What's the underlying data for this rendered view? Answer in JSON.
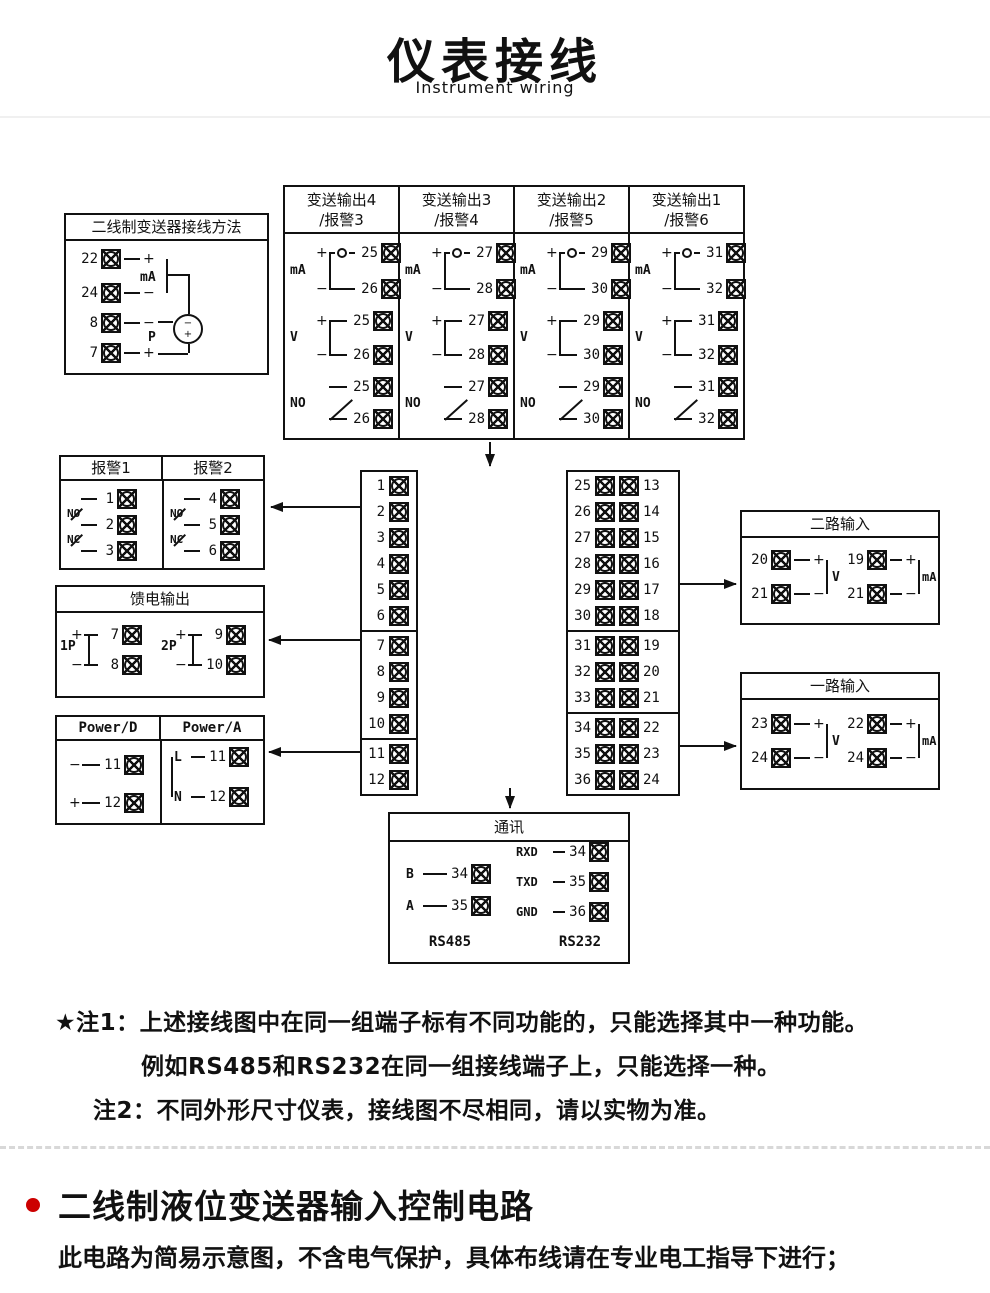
{
  "header": {
    "title": "仪表接线",
    "subtitle": "Instrument wiring"
  },
  "transmitter": {
    "title": "二线制变送器接线方法",
    "rows": [
      {
        "num": "22",
        "pol": "+"
      },
      {
        "num": "24",
        "pol": "−"
      },
      {
        "num": "8",
        "pol": "−"
      },
      {
        "num": "7",
        "pol": "+"
      }
    ],
    "ma_label": "mA",
    "p_label": "P",
    "device": {
      "top": "−",
      "bottom": "+"
    }
  },
  "outputs": {
    "labels": {
      "ma": "mA",
      "v": "V",
      "no": "NO",
      "plus": "+",
      "minus": "−"
    },
    "columns": [
      {
        "title": "变送输出4",
        "subtitle": "/报警3",
        "t1": "25",
        "t2": "26"
      },
      {
        "title": "变送输出3",
        "subtitle": "/报警4",
        "t1": "27",
        "t2": "28"
      },
      {
        "title": "变送输出2",
        "subtitle": "/报警5",
        "t1": "29",
        "t2": "30"
      },
      {
        "title": "变送输出1",
        "subtitle": "/报警6",
        "t1": "31",
        "t2": "32"
      }
    ]
  },
  "alarms": {
    "headers": [
      "报警1",
      "报警2"
    ],
    "groups": [
      {
        "t1": "1",
        "t2": "2",
        "t3": "3",
        "l1": "NO",
        "l2": "NC"
      },
      {
        "t1": "4",
        "t2": "5",
        "t3": "6",
        "l1": "NO",
        "l2": "NC"
      }
    ]
  },
  "feed": {
    "title": "馈电输出",
    "groups": [
      {
        "label": "1P",
        "plus": "+",
        "minus": "−",
        "t1": "7",
        "t2": "8"
      },
      {
        "label": "2P",
        "plus": "+",
        "minus": "−",
        "t1": "9",
        "t2": "10"
      }
    ]
  },
  "power": {
    "headers": [
      "Power/D",
      "Power/A"
    ],
    "d": {
      "r1": {
        "pol": "−",
        "num": "11"
      },
      "r2": {
        "pol": "+",
        "num": "12"
      }
    },
    "a": {
      "r1": {
        "pol": "L",
        "num": "11"
      },
      "r2": {
        "pol": "N",
        "num": "12"
      }
    }
  },
  "strip": {
    "left": {
      "nums": [
        "1",
        "2",
        "3",
        "4",
        "5",
        "6",
        "7",
        "8",
        "9",
        "10",
        "11",
        "12"
      ],
      "groups": [
        6,
        4,
        2
      ]
    },
    "right": {
      "inner": [
        "25",
        "26",
        "27",
        "28",
        "29",
        "30",
        "31",
        "32",
        "33",
        "34",
        "35",
        "36"
      ],
      "outer": [
        "13",
        "14",
        "15",
        "16",
        "17",
        "18",
        "19",
        "20",
        "21",
        "22",
        "23",
        "24"
      ],
      "groups": [
        6,
        3,
        3
      ]
    }
  },
  "input2": {
    "title": "二路输入",
    "groups": [
      {
        "num1": "20",
        "num2": "21",
        "plus": "+",
        "minus": "−",
        "unit": "V"
      },
      {
        "num1": "19",
        "num2": "21",
        "plus": "+",
        "minus": "−",
        "unit": "mA"
      }
    ]
  },
  "input1": {
    "title": "一路输入",
    "groups": [
      {
        "num1": "23",
        "num2": "24",
        "plus": "+",
        "minus": "−",
        "unit": "V"
      },
      {
        "num1": "22",
        "num2": "24",
        "plus": "+",
        "minus": "−",
        "unit": "mA"
      }
    ]
  },
  "comm": {
    "title": "通讯",
    "rs485": {
      "rows": [
        {
          "label": "B",
          "num": "34"
        },
        {
          "label": "A",
          "num": "35"
        }
      ],
      "name": "RS485"
    },
    "rs232": {
      "rows": [
        {
          "label": "RXD",
          "num": "34"
        },
        {
          "label": "TXD",
          "num": "35"
        },
        {
          "label": "GND",
          "num": "36"
        }
      ],
      "name": "RS232"
    }
  },
  "notes": {
    "n1_prefix": "★注1：",
    "n1_line1": "上述接线图中在同一组端子标有不同功能的，只能选择其中一种功能。",
    "n1_line2": "例如RS485和RS232在同一组接线端子上，只能选择一种。",
    "n2_prefix": "注2：",
    "n2_text": "不同外形尺寸仪表，接线图不尽相同，请以实物为准。"
  },
  "bottom": {
    "heading": "二线制液位变送器输入控制电路",
    "description": "此电路为简易示意图，不含电气保护，具体布线请在专业电工指导下进行；"
  },
  "colors": {
    "accent_red": "#cc0000",
    "line": "#111111"
  }
}
